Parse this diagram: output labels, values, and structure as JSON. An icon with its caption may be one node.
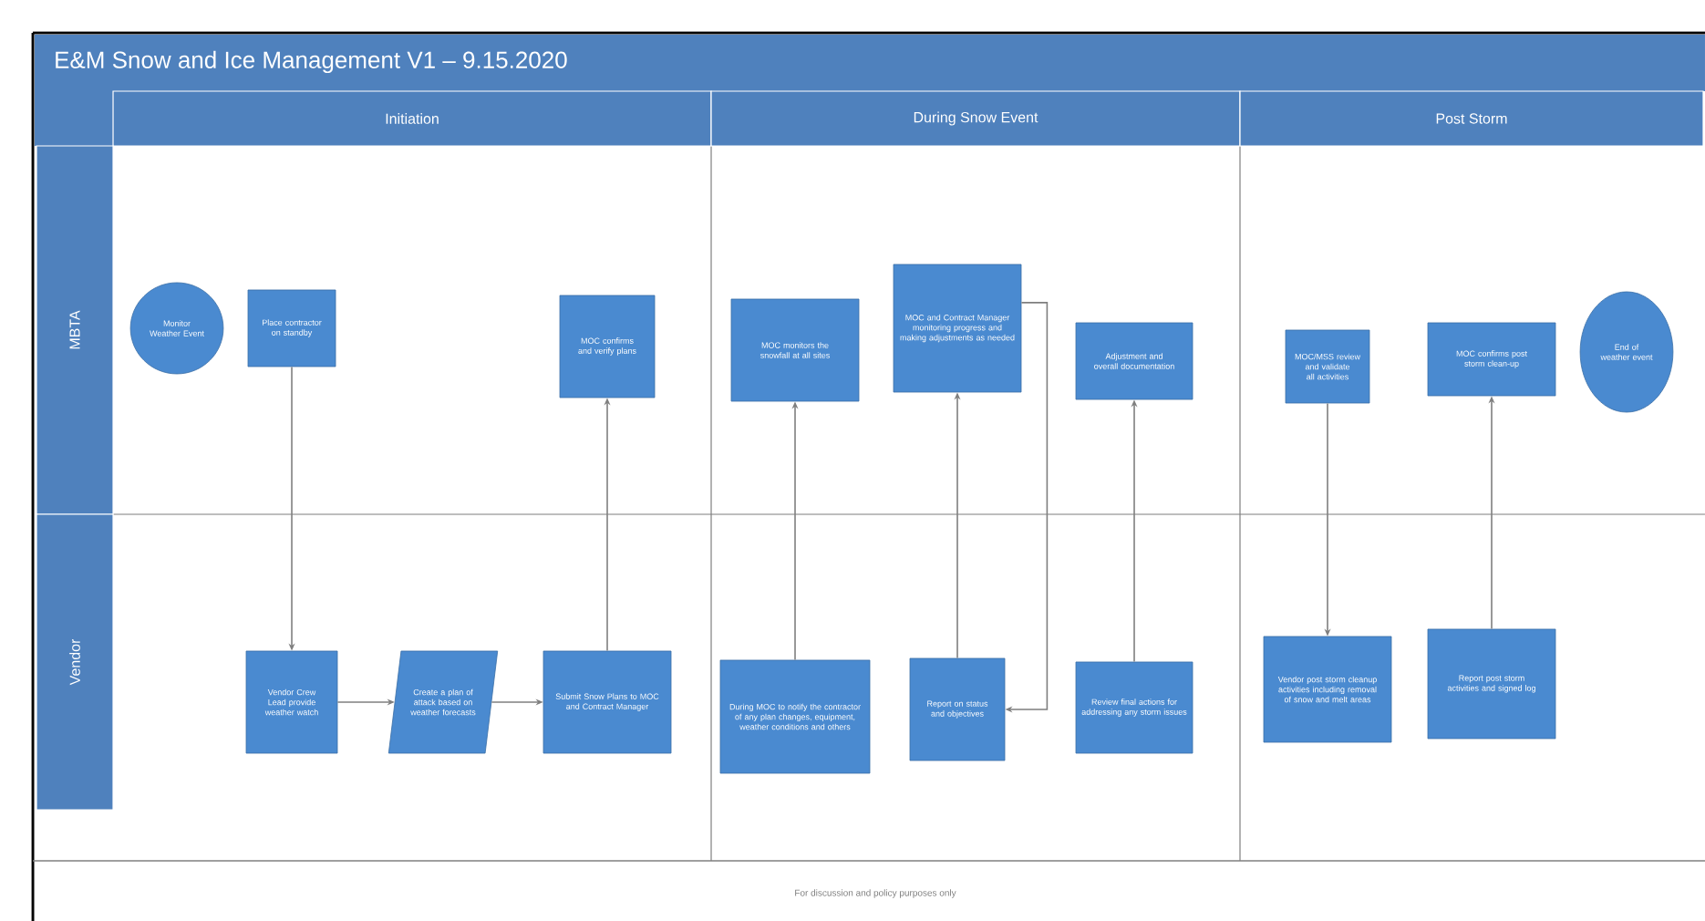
{
  "diagram": {
    "title": "E&M Snow and Ice Management V1 – 9.15.2020",
    "nodes": [
      {
        "text": [
          "Initiation"
        ]
      },
      {
        "text": [
          "During Snow Event"
        ]
      },
      {
        "text": [
          "Post Storm"
        ]
      },
      {
        "text": [
          "MBTA"
        ]
      },
      {
        "text": [
          "Vendor"
        ]
      },
      {
        "text": [
          "Monitor Weather Event"
        ]
      },
      {
        "text": [
          "Place contractor on standby"
        ]
      },
      {
        "text": [
          "MOC confirms and verify plans"
        ]
      },
      {
        "text": [
          "Vendor Crew Lead provide weather watch"
        ]
      },
      {
        "text": [
          "Create a plan of attack based on weather forecasts"
        ]
      },
      {
        "text": [
          "Submit Snow Plans to MOC and Contract Manager"
        ]
      },
      {
        "text": [
          "MOC monitors the snowfall at all sites"
        ]
      },
      {
        "text": [
          "MOC and Contract Manager monitoring progress and making adjustments as needed"
        ]
      },
      {
        "text": [
          "Adjustment and overall documentation"
        ]
      },
      {
        "text": [
          "During MOC to notify the contractor of any plan changes, equipment, weather conditions and others"
        ]
      },
      {
        "text": [
          "Report on status and objectives"
        ]
      },
      {
        "text": [
          "Review final actions for addressing any storm issues"
        ]
      },
      {
        "text": [
          "MOC/MSS review and validate all activities"
        ]
      },
      {
        "text": [
          "MOC confirms post storm clean-up"
        ]
      },
      {
        "text": [
          "End of weather event"
        ]
      },
      {
        "text": [
          "Vendor post storm cleanup activities including removal of snow and melt areas"
        ]
      },
      {
        "text": [
          "Report post storm activities and signed log"
        ]
      }
    ],
    "edges": [
      {
        "from": 6,
        "to": 8,
        "arrow": "to"
      },
      {
        "from": 8,
        "to": 9,
        "arrow": "to"
      },
      {
        "from": 9,
        "to": 10,
        "arrow": "to"
      },
      {
        "from": 10,
        "to": 7,
        "arrow": "to"
      },
      {
        "from": 14,
        "to": 11,
        "arrow": "to"
      },
      {
        "from": 15,
        "to": 12,
        "arrow": "to"
      },
      {
        "from": 12,
        "to": 15,
        "arrow": "to"
      },
      {
        "from": 16,
        "to": 13,
        "arrow": "to"
      },
      {
        "from": 17,
        "to": 20,
        "arrow": "to"
      },
      {
        "from": 21,
        "to": 18,
        "arrow": "to"
      }
    ],
    "labels": [
      "For discussion and policy purposes only"
    ]
  }
}
